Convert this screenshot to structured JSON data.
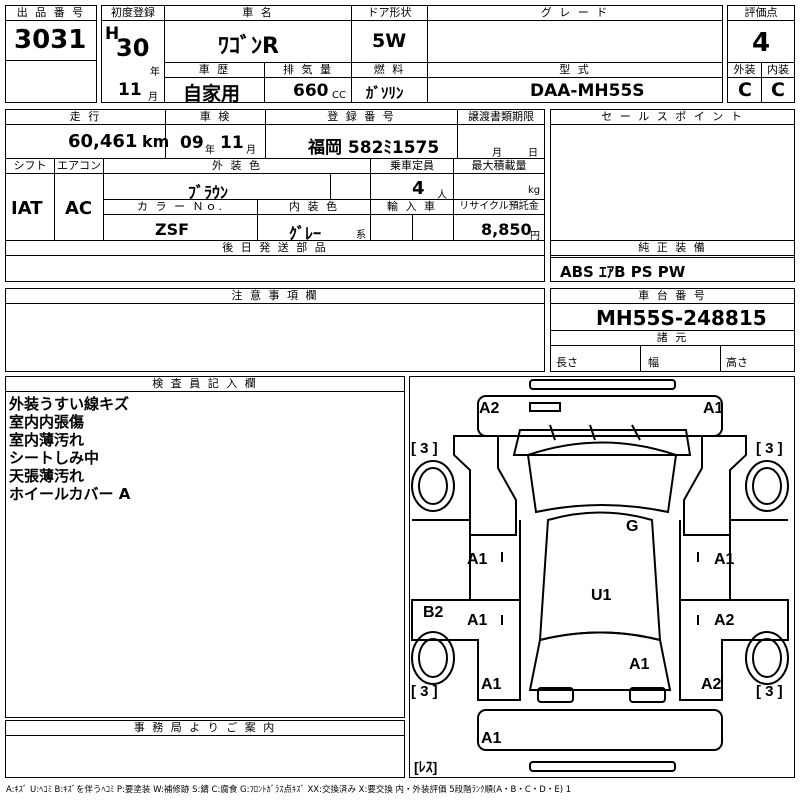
{
  "header": {
    "lot_label": "出 品 番 号",
    "lot_value": "3031",
    "first_reg_label": "初度登録",
    "era": "H",
    "year": "30",
    "year_unit": "年",
    "month": "11",
    "month_unit": "月",
    "car_name_label": "車 名",
    "car_name": "ﾜｺﾞﾝR",
    "door_label": "ドア形状",
    "door": "5W",
    "grade_label": "グ レ ー ド",
    "grade": "",
    "score_label": "評価点",
    "score": "4",
    "history_label": "車 歴",
    "history": "自家用",
    "displacement_label": "排 気 量",
    "displacement": "660",
    "displacement_unit": "CC",
    "fuel_label": "燃 料",
    "fuel": "ｶﾞｿﾘﾝ",
    "model_label": "型 式",
    "model": "DAA-MH55S",
    "exterior_label": "外装",
    "exterior": "C",
    "interior_label": "内装",
    "interior": "C"
  },
  "row2": {
    "mileage_label": "走 行",
    "mileage": "60,461",
    "mileage_unit": "km",
    "inspection_label": "車 検",
    "inspection_year": "09",
    "inspection_year_unit": "年",
    "inspection_month": "11",
    "inspection_month_unit": "月",
    "plate_label": "登 録 番 号",
    "plate": "福岡 582ﾐ1575",
    "transfer_label": "譲渡書類期限",
    "transfer_month_unit": "月",
    "transfer_day_unit": "日",
    "sales_label": "セ ー ル ス ポ イ ン ト",
    "shift_label": "シフト",
    "shift": "IAT",
    "ac_label": "エアコン",
    "ac": "AC",
    "color_label": "外 装 色",
    "color": "ﾌﾞﾗｳﾝ",
    "capacity_label": "乗車定員",
    "capacity": "4",
    "capacity_unit": "人",
    "load_label": "最大積載量",
    "load_unit": "kg",
    "color_no_label": "カ ラ ー Ｎｏ.",
    "color_no": "ZSF",
    "int_color_label": "内 装 色",
    "int_color": "ｸﾞﾚｰ",
    "int_color_unit": "系",
    "import_label": "輸 入 車",
    "recycle_label": "リサイクル預託金",
    "recycle": "8,850",
    "recycle_unit": "円",
    "later_label": "後 日 発 送 部 品",
    "equip_label": "純 正 装 備",
    "equip": "ABS ｴｱB PS PW"
  },
  "row3": {
    "caution_label": "注 意 事 項 欄",
    "chassis_label": "車 台 番 号",
    "chassis": "MH55S-248815",
    "dims_label": "諸 元",
    "length_label": "長さ",
    "width_label": "幅",
    "height_label": "高さ"
  },
  "inspector": {
    "label": "検 査 員 記 入 欄",
    "notes": [
      "外装うすい線キズ",
      "室内内張傷",
      "室内薄汚れ",
      "シートしみ中",
      "天張薄汚れ",
      "ホイールカバー A"
    ]
  },
  "office_label": "事 務 局 よ り ご 案 内",
  "diagram": {
    "front_left": "A2",
    "front_right": "A1",
    "tl_tire": "[ 3 ]",
    "tr_tire": "[ 3 ]",
    "bl_tire": "[ 3 ]",
    "br_tire": "[ 3 ]",
    "glass": "G",
    "fl_door": "A1",
    "fr_door": "A1",
    "left_pillar": "B2",
    "rl_door": "A1",
    "rr_door": "A2",
    "roof": "U1",
    "rear_glass": "A1",
    "rear_left": "A1",
    "rear_right": "A2",
    "rear_bumper": "A1",
    "spare": "[ﾚｽ]"
  },
  "legend": "A:ｷｽﾞ U:ﾍｺﾐ B:ｷｽﾞを伴うﾍｺﾐ P:要塗装 W:補修跡 S:錆 C:腐食 G:ﾌﾛﾝﾄｶﾞﾗｽ点ｷｽﾞ XX:交換済み X:要交換 内・外装評価 5段階ﾗﾝｸ順(A・B・C・D・E) 1"
}
